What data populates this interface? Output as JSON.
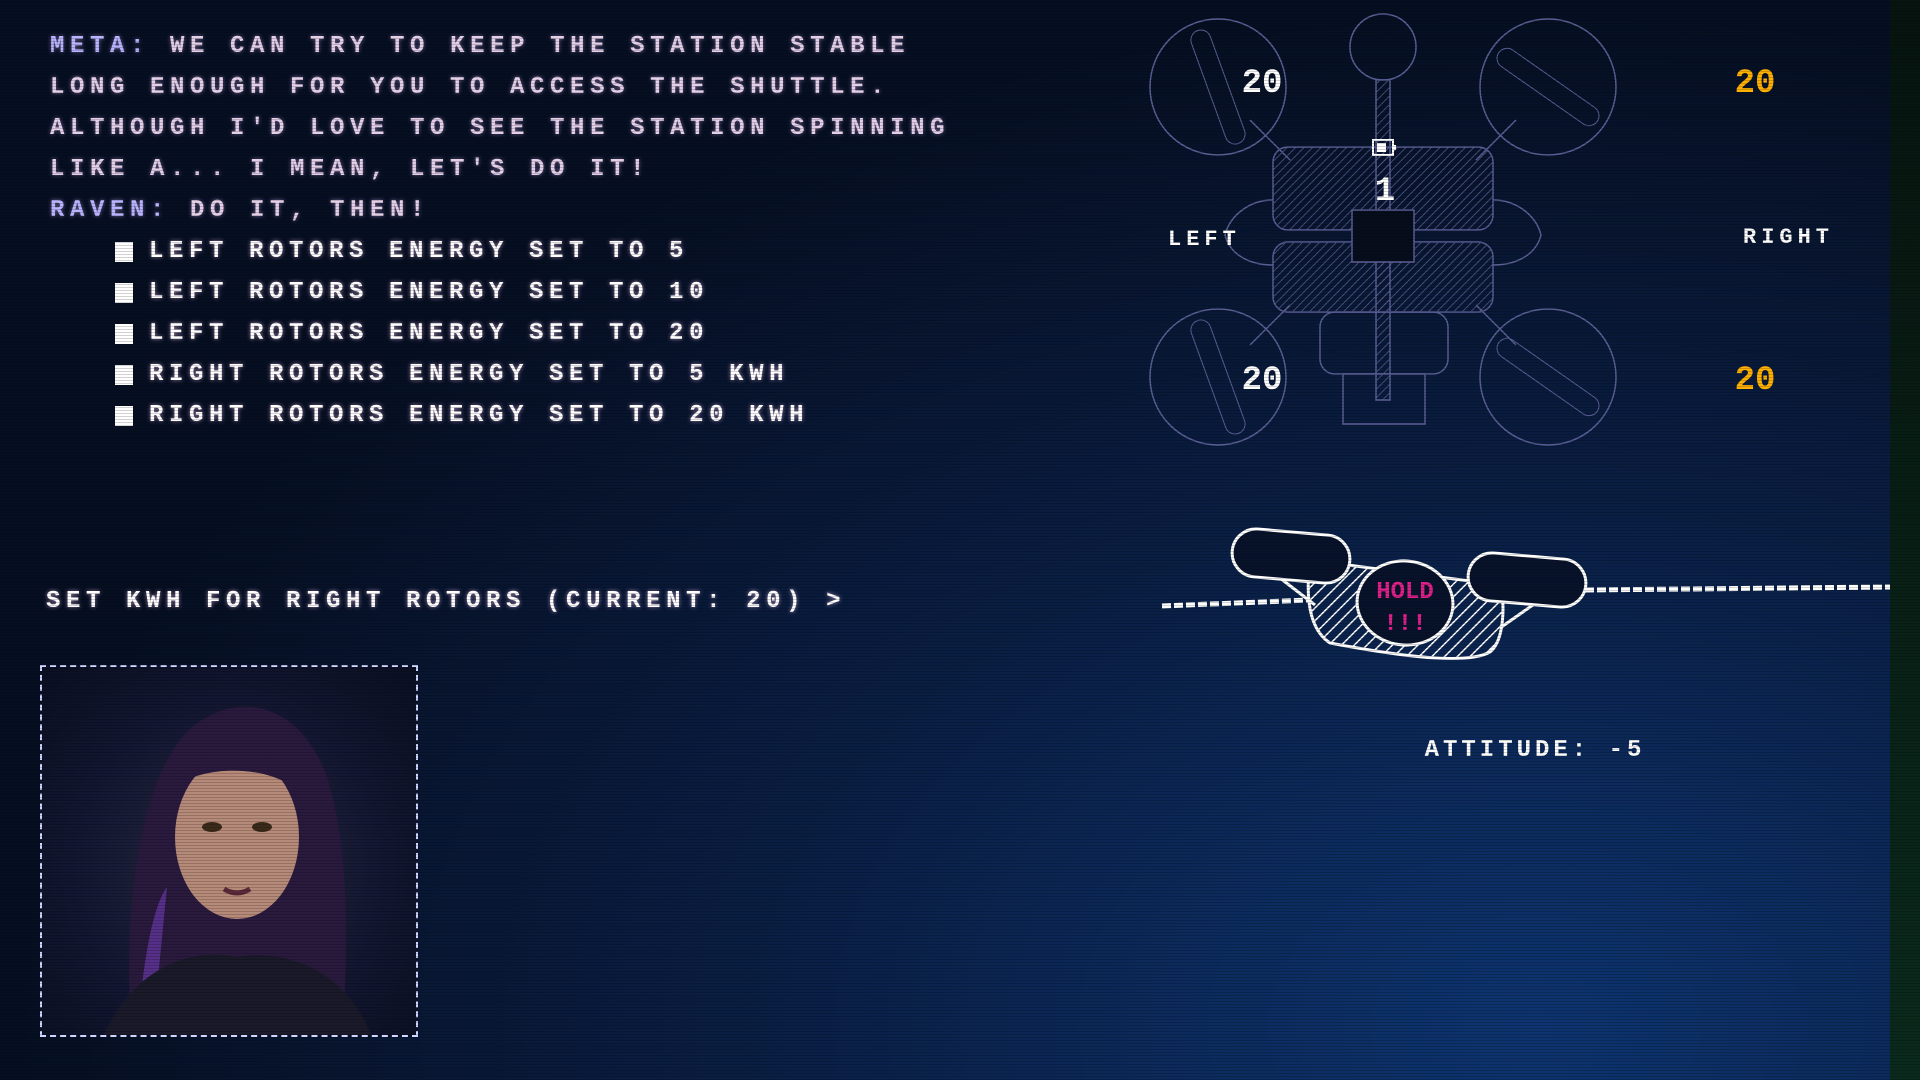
{
  "dialogue": [
    {
      "speaker": "META:",
      "text": "WE CAN TRY TO KEEP THE STATION STABLE"
    },
    {
      "speaker": "",
      "text": "LONG ENOUGH FOR YOU TO ACCESS THE SHUTTLE."
    },
    {
      "speaker": "",
      "text": "ALTHOUGH I'D LOVE TO SEE THE STATION SPINNING"
    },
    {
      "speaker": "",
      "text": "LIKE A... I MEAN, LET'S DO IT!"
    },
    {
      "speaker": "RAVEN:",
      "text": "DO IT, THEN!"
    }
  ],
  "options": [
    "LEFT ROTORS ENERGY SET TO 5",
    "LEFT ROTORS ENERGY SET TO 10",
    "LEFT ROTORS ENERGY SET TO 20",
    "RIGHT ROTORS ENERGY SET TO 5 KWH",
    "RIGHT ROTORS ENERGY SET TO 20 KWH"
  ],
  "prompt": "SET KWH FOR RIGHT ROTORS (CURRENT: 20) >",
  "station": {
    "left_label": "LEFT",
    "right_label": "RIGHT",
    "rotors": {
      "top_left": "20",
      "top_right": "20",
      "bottom_left": "20",
      "bottom_right": "20"
    },
    "center_value": "1",
    "left_color": "#ffffff",
    "right_color": "#ffb000"
  },
  "attitude": {
    "status": "HOLD",
    "alert": "!!!",
    "label": "ATTITUDE: -5",
    "status_color": "#e0208a"
  },
  "colors": {
    "speaker": "#b8b4ff",
    "text": "#e3cfe6",
    "line": "#5a5f95"
  }
}
